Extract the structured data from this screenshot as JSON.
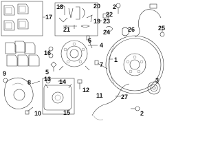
{
  "labels": {
    "c1": "1",
    "c2": "2",
    "c3": "3",
    "c4": "4",
    "c5": "5",
    "c6": "6",
    "c7": "7",
    "c8": "8",
    "c9": "9",
    "c10": "10",
    "c11": "11",
    "c12": "12",
    "c13": "13",
    "c14": "14",
    "c15": "15",
    "c16": "16",
    "c17": "17",
    "c18": "18",
    "c19": "19",
    "c20": "20",
    "c21": "21",
    "c22": "22",
    "c23": "23",
    "c24": "24",
    "c25": "25",
    "c26": "26",
    "c27": "27"
  }
}
